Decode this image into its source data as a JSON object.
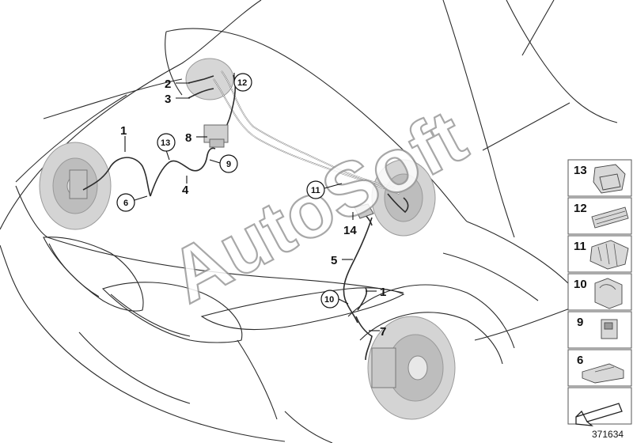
{
  "callouts": {
    "n1a": "1",
    "n1b": "1",
    "n2": "2",
    "n3": "3",
    "n4": "4",
    "n5": "5",
    "n6": "6",
    "n7": "7",
    "n8": "8",
    "n9": "9",
    "n10": "10",
    "n11": "11",
    "n12": "12",
    "n13": "13",
    "n14": "14"
  },
  "side_panel": [
    {
      "number": "13",
      "icon": "clip-13-icon"
    },
    {
      "number": "12",
      "icon": "clip-12-icon"
    },
    {
      "number": "11",
      "icon": "clip-11-icon"
    },
    {
      "number": "10",
      "icon": "clip-10-icon"
    },
    {
      "number": "9",
      "icon": "clip-9-icon"
    },
    {
      "number": "6",
      "icon": "bracket-6-icon"
    },
    {
      "number": "",
      "icon": "arrow-icon"
    }
  ],
  "watermark": "AutoSoft",
  "reference_number": "371634"
}
